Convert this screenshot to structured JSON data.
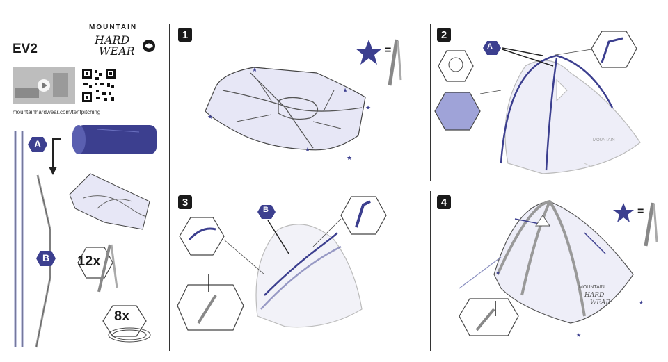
{
  "sidebar": {
    "model": "EV2",
    "brand_line1": "MOUNTAIN",
    "brand_line2": "HARD",
    "brand_line3": "WEAR",
    "url": "mountainhardwear.com/tentpitching",
    "pole_a_label": "A",
    "pole_b_label": "B",
    "stakes_count": "12x",
    "guylines_count": "8x"
  },
  "steps": [
    {
      "number": "1",
      "legend_equals": "="
    },
    {
      "number": "2",
      "callout": "A"
    },
    {
      "number": "3",
      "callout": "B"
    },
    {
      "number": "4",
      "legend_equals": "="
    }
  ],
  "tent_brand": {
    "line1": "MOUNTAIN",
    "line2": "HARD",
    "line3": "WEAR"
  },
  "colors": {
    "accent": "#3c3f8f",
    "tent_fill": "#e7e7f6",
    "line": "#444444",
    "pole": "#8a8fc0"
  }
}
